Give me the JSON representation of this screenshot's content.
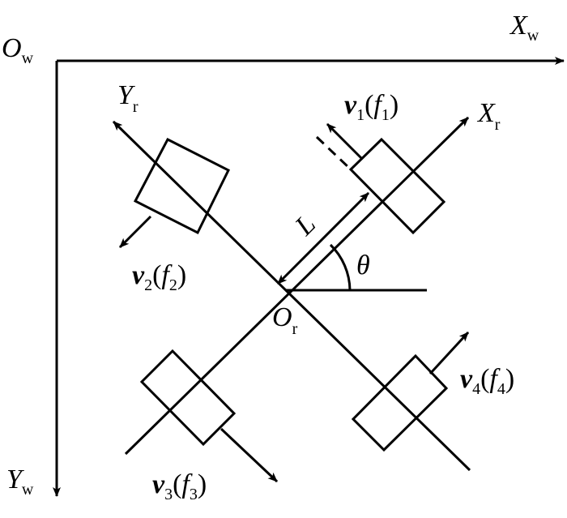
{
  "title": "Four-wheel omnidirectional robot kinematics diagram",
  "world_frame": {
    "origin": "O",
    "origin_sub": "w",
    "x_axis": "X",
    "x_sub": "w",
    "y_axis": "Y",
    "y_sub": "w"
  },
  "robot_frame": {
    "origin": "O",
    "origin_sub": "r",
    "x_axis": "X",
    "x_sub": "r",
    "y_axis": "Y",
    "y_sub": "r"
  },
  "length_label": "L",
  "angle_label": "θ",
  "wheels": [
    {
      "v": "v",
      "idx": "1",
      "f": "f"
    },
    {
      "v": "v",
      "idx": "2",
      "f": "f"
    },
    {
      "v": "v",
      "idx": "3",
      "f": "f"
    },
    {
      "v": "v",
      "idx": "4",
      "f": "f"
    }
  ],
  "color": "#000000"
}
